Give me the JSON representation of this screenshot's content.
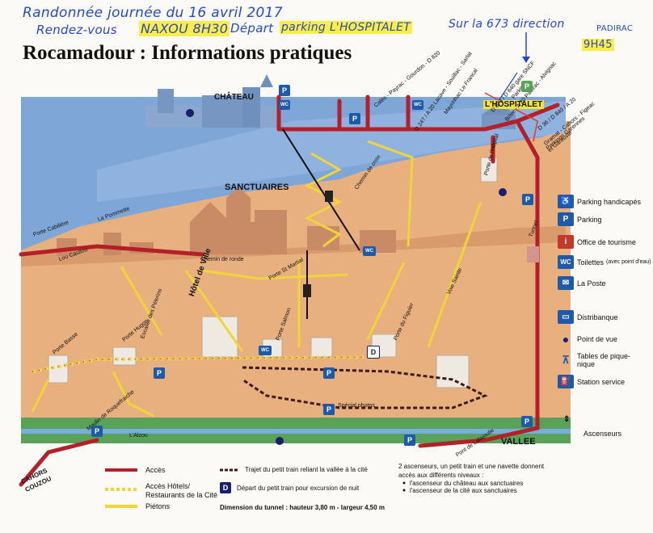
{
  "handwriting": {
    "line1": "Randonnée journée du 16 avril 2017",
    "line2_prefix": "Rendez-vous",
    "line2_place": "NAXOU 8H30",
    "line2_mid": "Départ",
    "line2_parking": "parking L'HOSPITALET",
    "line2_suffix": "Sur la 673 direction",
    "padirac": "PADIRAC",
    "time": "9H45"
  },
  "title": "Rocamadour : Informations pratiques",
  "places": {
    "chateau": "CHÂTEAU",
    "sanctuaires": "SANCTUAIRES",
    "hotel_de_ville": "Hôtel de Ville",
    "hospitalet": "L'HOSPITALET",
    "vallee": "VALLEE",
    "cahors": "CAHORS",
    "couzou": "COUZOU"
  },
  "labels": {
    "porte_cabiliere": "Porte Cabilière",
    "lou_castlou": "Lou Castlou",
    "la_pommette": "La Pommette",
    "chemin_de_ronde": "Chemin de ronde",
    "chemin_de_croix": "Chemin de croix",
    "porte_st_martial": "Porte St Martial",
    "escalier_pelerins": "Escalier des Pèlerins",
    "porte_hugon": "Porte Hugon",
    "porte_basse": "Porte Basse",
    "porte_salmon": "Porte Salmon",
    "porte_du_figuier": "Porte du Figuier",
    "voie_sainte": "Voie Sainte",
    "porte_hopital": "Porte de l'Hôpital",
    "tunnel": "Tunnel",
    "moulin": "Moulin de Roquefraiche",
    "special_photos": "Spécial photos",
    "alzou": "L'Alzou",
    "pont_lafajoulie": "Pont de Lafajoulie"
  },
  "roads": {
    "r1": "Calès - Payrac - Gourdon - D 820",
    "r2": "D 247 / A 20 Lacave - Souillac - Sarlat",
    "r3": "Mayrinhac Le Francal",
    "r4": "D 673 / D 840 gare SNCF",
    "r4b": "Brive - A 20 Padirac - Alvignac",
    "r4c": "Parkings",
    "r5": "D 36 / D 840 / A 20",
    "r5b": "Gramat - Cahors - Figeac",
    "r5c": "Parkings Garennes",
    "r5d": "et Garouste"
  },
  "icon_letters": {
    "parking": "P",
    "wc": "WC",
    "train_depart": "D"
  },
  "legend_right": [
    {
      "icon": "wheelchair-icon",
      "label": "Parking handicapés",
      "color": "#1f5aa8"
    },
    {
      "icon": "parking-icon",
      "label": "Parking",
      "color": "#1f5aa8"
    },
    {
      "icon": "tourism-office-icon",
      "label": "Office de tourisme",
      "color": "#c0392b"
    },
    {
      "icon": "wc-icon",
      "label": "Toilettes",
      "sub": "(avec point d'eau)",
      "color": "#1f5aa8"
    },
    {
      "icon": "post-icon",
      "label": "La Poste",
      "color": "#1f5aa8"
    },
    {
      "icon": "atm-icon",
      "label": "Distribanque",
      "color": "#1f5aa8"
    },
    {
      "icon": "viewpoint-icon",
      "label": "Point de vue",
      "color": "#1a1f6b"
    },
    {
      "icon": "picnic-icon",
      "label": "Tables de pique-nique",
      "color": "#1f5aa8"
    },
    {
      "icon": "fuel-icon",
      "label": "Station service",
      "color": "#1f5aa8"
    }
  ],
  "ascenseurs": "Ascenseurs",
  "legend_bottom": {
    "acces": "Accès",
    "acces_hotels_1": "Accès Hôtels/",
    "acces_hotels_2": "Restaurants de la Cité",
    "pietons": "Piétons",
    "train": "Trajet du petit train reliant la vallée à la cité",
    "depart_train": "Départ du petit train pour excursion de nuit",
    "tunnel_dim": "Dimension du tunnel : hauteur 3,80 m - largeur 4,50 m",
    "elev_1": "2 ascenseurs, un petit train et une navette donnent",
    "elev_2": "accès aux différents niveaux :",
    "elev_3": "l'ascenseur du château aux sanctuaires",
    "elev_4": "l'ascenseur de la cité aux sanctuaires"
  },
  "colors": {
    "sky": "#8fb0dc",
    "ground": "#e3ab7e",
    "road": "#b3202a",
    "path": "#f3d93a",
    "river": "#5fa24e",
    "building": "#c98b66",
    "icon_blue": "#1f5aa8"
  }
}
